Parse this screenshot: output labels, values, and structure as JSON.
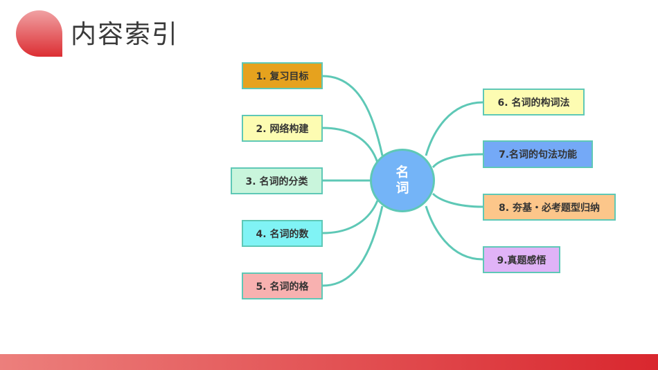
{
  "header": {
    "title": "内容索引"
  },
  "mindmap": {
    "center": [
      "名",
      "词"
    ],
    "left": [
      {
        "label": "1. 复习目标",
        "color": "#e6a21e"
      },
      {
        "label": "2. 网络构建",
        "color": "#fdfcb2"
      },
      {
        "label": "3. 名词的分类",
        "color": "#c9f5dc"
      },
      {
        "label": "4. 名词的数",
        "color": "#80f3f5"
      },
      {
        "label": "5. 名词的格",
        "color": "#f8b1b0"
      }
    ],
    "right": [
      {
        "label": "6. 名词的构词法",
        "color": "#fdfcb2"
      },
      {
        "label": "7.名词的句法功能",
        "color": "#74a9f7"
      },
      {
        "label": "8. 夯基・必考题型归纳",
        "color": "#fcc68a"
      },
      {
        "label": "9.真题感悟",
        "color": "#e0b3f7"
      }
    ]
  },
  "colors": {
    "accent": "#d9272e",
    "line": "#5ec8b6",
    "center": "#74b4f7"
  }
}
